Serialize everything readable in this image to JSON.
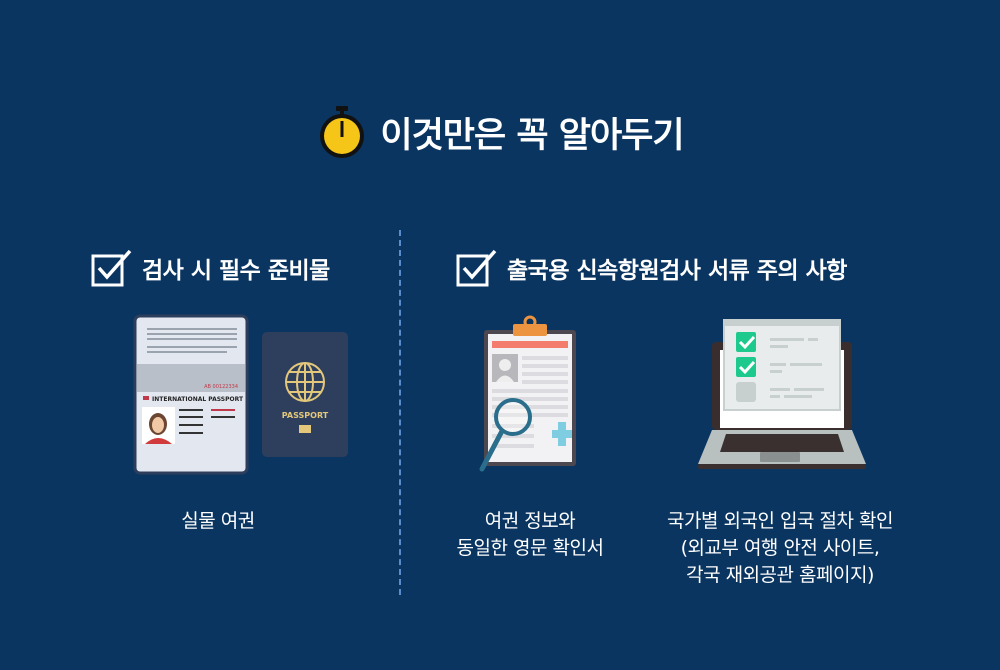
{
  "title": "이것만은 꼭 알아두기",
  "colors": {
    "background": "#0a3561",
    "accent_yellow": "#f5c518",
    "divider": "#5b8ccc",
    "check_green": "#1ec98d"
  },
  "left_section": {
    "heading": "검사 시 필수 준비물",
    "illustration": {
      "passport_page_title": "INTERNATIONAL PASSPORT",
      "passport_number": "AB 00122334",
      "cover_label": "PASSPORT"
    },
    "caption": "실물 여권"
  },
  "right_section": {
    "heading": "출국용 신속항원검사 서류 주의 사항",
    "items": [
      {
        "caption_lines": [
          "여권 정보와",
          "동일한 영문 확인서"
        ]
      },
      {
        "caption_lines": [
          "국가별 외국인 입국 절차 확인",
          "(외교부 여행 안전 사이트,",
          "각국 재외공관 홈페이지)"
        ]
      }
    ]
  }
}
